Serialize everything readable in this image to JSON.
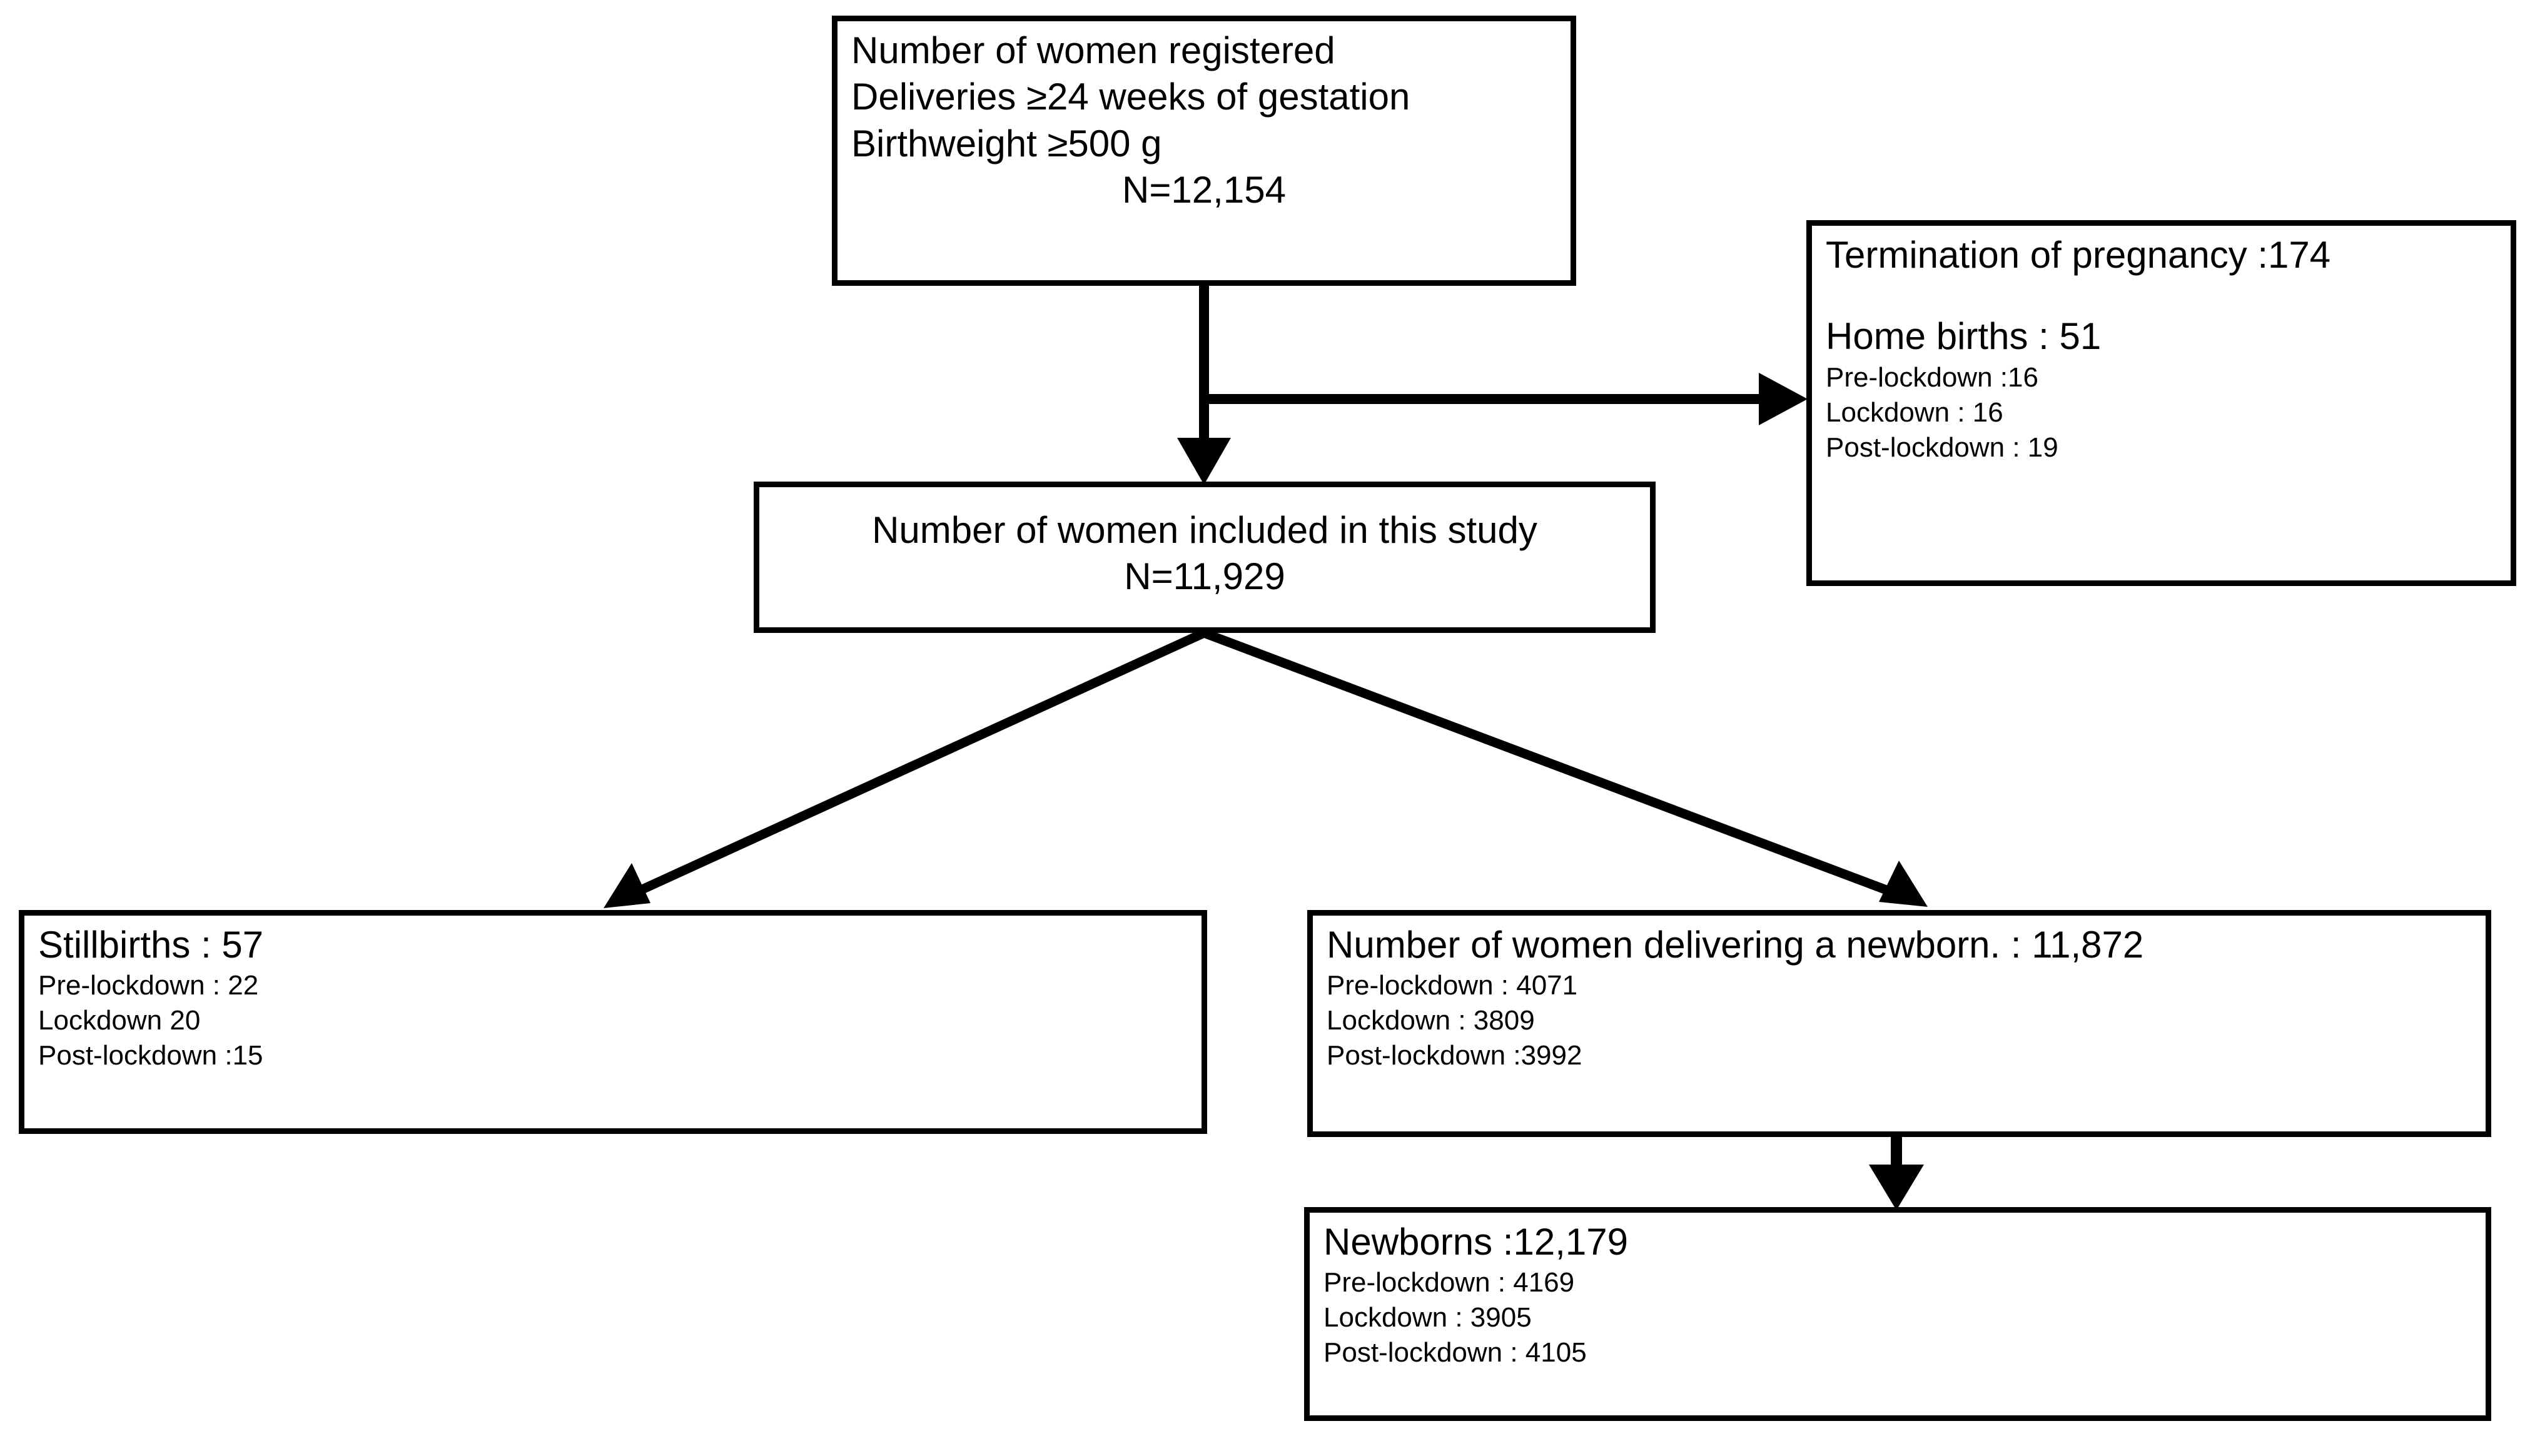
{
  "diagram": {
    "type": "flowchart",
    "title": "Study population flow diagram",
    "colors": {
      "stroke": "#000000",
      "background": "#ffffff"
    },
    "nodes": {
      "registered": {
        "lines": [
          "Number of women registered",
          "Deliveries ≥24 weeks of gestation",
          "Birthweight ≥500 g"
        ],
        "total": "N=12,154"
      },
      "excluded": {
        "termination": "Termination of pregnancy :174",
        "home_births": "Home births : 51",
        "breakdown": [
          "Pre-lockdown :16",
          "Lockdown : 16",
          "Post-lockdown : 19"
        ]
      },
      "included": {
        "label": "Number of women included in this study",
        "total": "N=11,929"
      },
      "stillbirths": {
        "heading": "Stillbirths : 57",
        "breakdown": [
          "Pre-lockdown : 22",
          "Lockdown 20",
          "Post-lockdown :15"
        ]
      },
      "delivering": {
        "heading": "Number of women delivering a newborn. : 11,872",
        "breakdown": [
          "Pre-lockdown : 4071",
          "Lockdown : 3809",
          "Post-lockdown :3992"
        ]
      },
      "newborns": {
        "heading": "Newborns :12,179",
        "breakdown": [
          "Pre-lockdown : 4169",
          "Lockdown : 3905",
          "Post-lockdown : 4105"
        ]
      }
    },
    "edges": [
      {
        "from": "registered",
        "to": "excluded",
        "style": "elbow-right"
      },
      {
        "from": "registered",
        "to": "included",
        "style": "straight-down"
      },
      {
        "from": "included",
        "to": "stillbirths",
        "style": "diagonal-left"
      },
      {
        "from": "included",
        "to": "delivering",
        "style": "diagonal-right"
      },
      {
        "from": "delivering",
        "to": "newborns",
        "style": "straight-down"
      }
    ]
  }
}
